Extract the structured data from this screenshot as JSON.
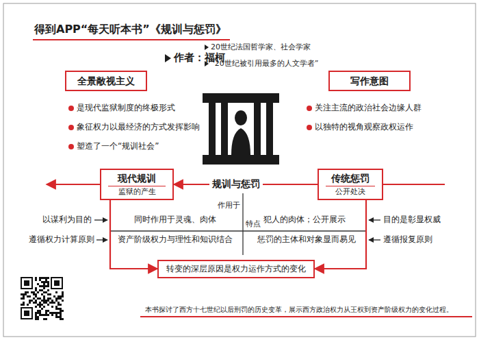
{
  "diagram": {
    "title": "得到APP“每天听本书”《规训与惩罚》",
    "caption": "本书探讨了西方十七世纪以后刑罚的历史变革，展示西方政治权力从王权到资产阶级权力的变化过程。",
    "nodes": [
      {
        "text": [
          "全景敞视主义"
        ]
      },
      {
        "text": [
          "写作意图"
        ]
      },
      {
        "text": [
          "现代规训",
          "监狱的产生"
        ]
      },
      {
        "text": [
          "传统惩罚",
          "公开处决"
        ]
      },
      {
        "text": [
          "转变的深层原因是权力运作方式的变化"
        ]
      }
    ],
    "edges": [
      {
        "from": 3,
        "to": 2,
        "arrow": "to"
      },
      {
        "from": 2,
        "to": 4,
        "arrow": "to"
      },
      {
        "from": 3,
        "to": 4,
        "arrow": "to"
      }
    ],
    "labels": [
      "作者：福柯",
      "20世纪法国哲学家、社会学家",
      "“20世纪被引用最多的人文学者”",
      "是现代监狱制度的终极形式",
      "象征权力以最经济的方式发挥影响",
      "塑造了一个“规训社会”",
      "关注主流的政治社会边缘人群",
      "以独特的视角观察政权运作",
      "规训与惩罚",
      "作用于",
      "特点",
      "以谋利为目的",
      "同时作用于灵魂、肉体",
      "犯人的肉体；公开展示",
      "目的是彰显权威",
      "遵循权力计算原则",
      "资产阶级权力与理性和知识结合",
      "惩罚的主体和对象显而易见",
      "遵循报复原则"
    ]
  }
}
